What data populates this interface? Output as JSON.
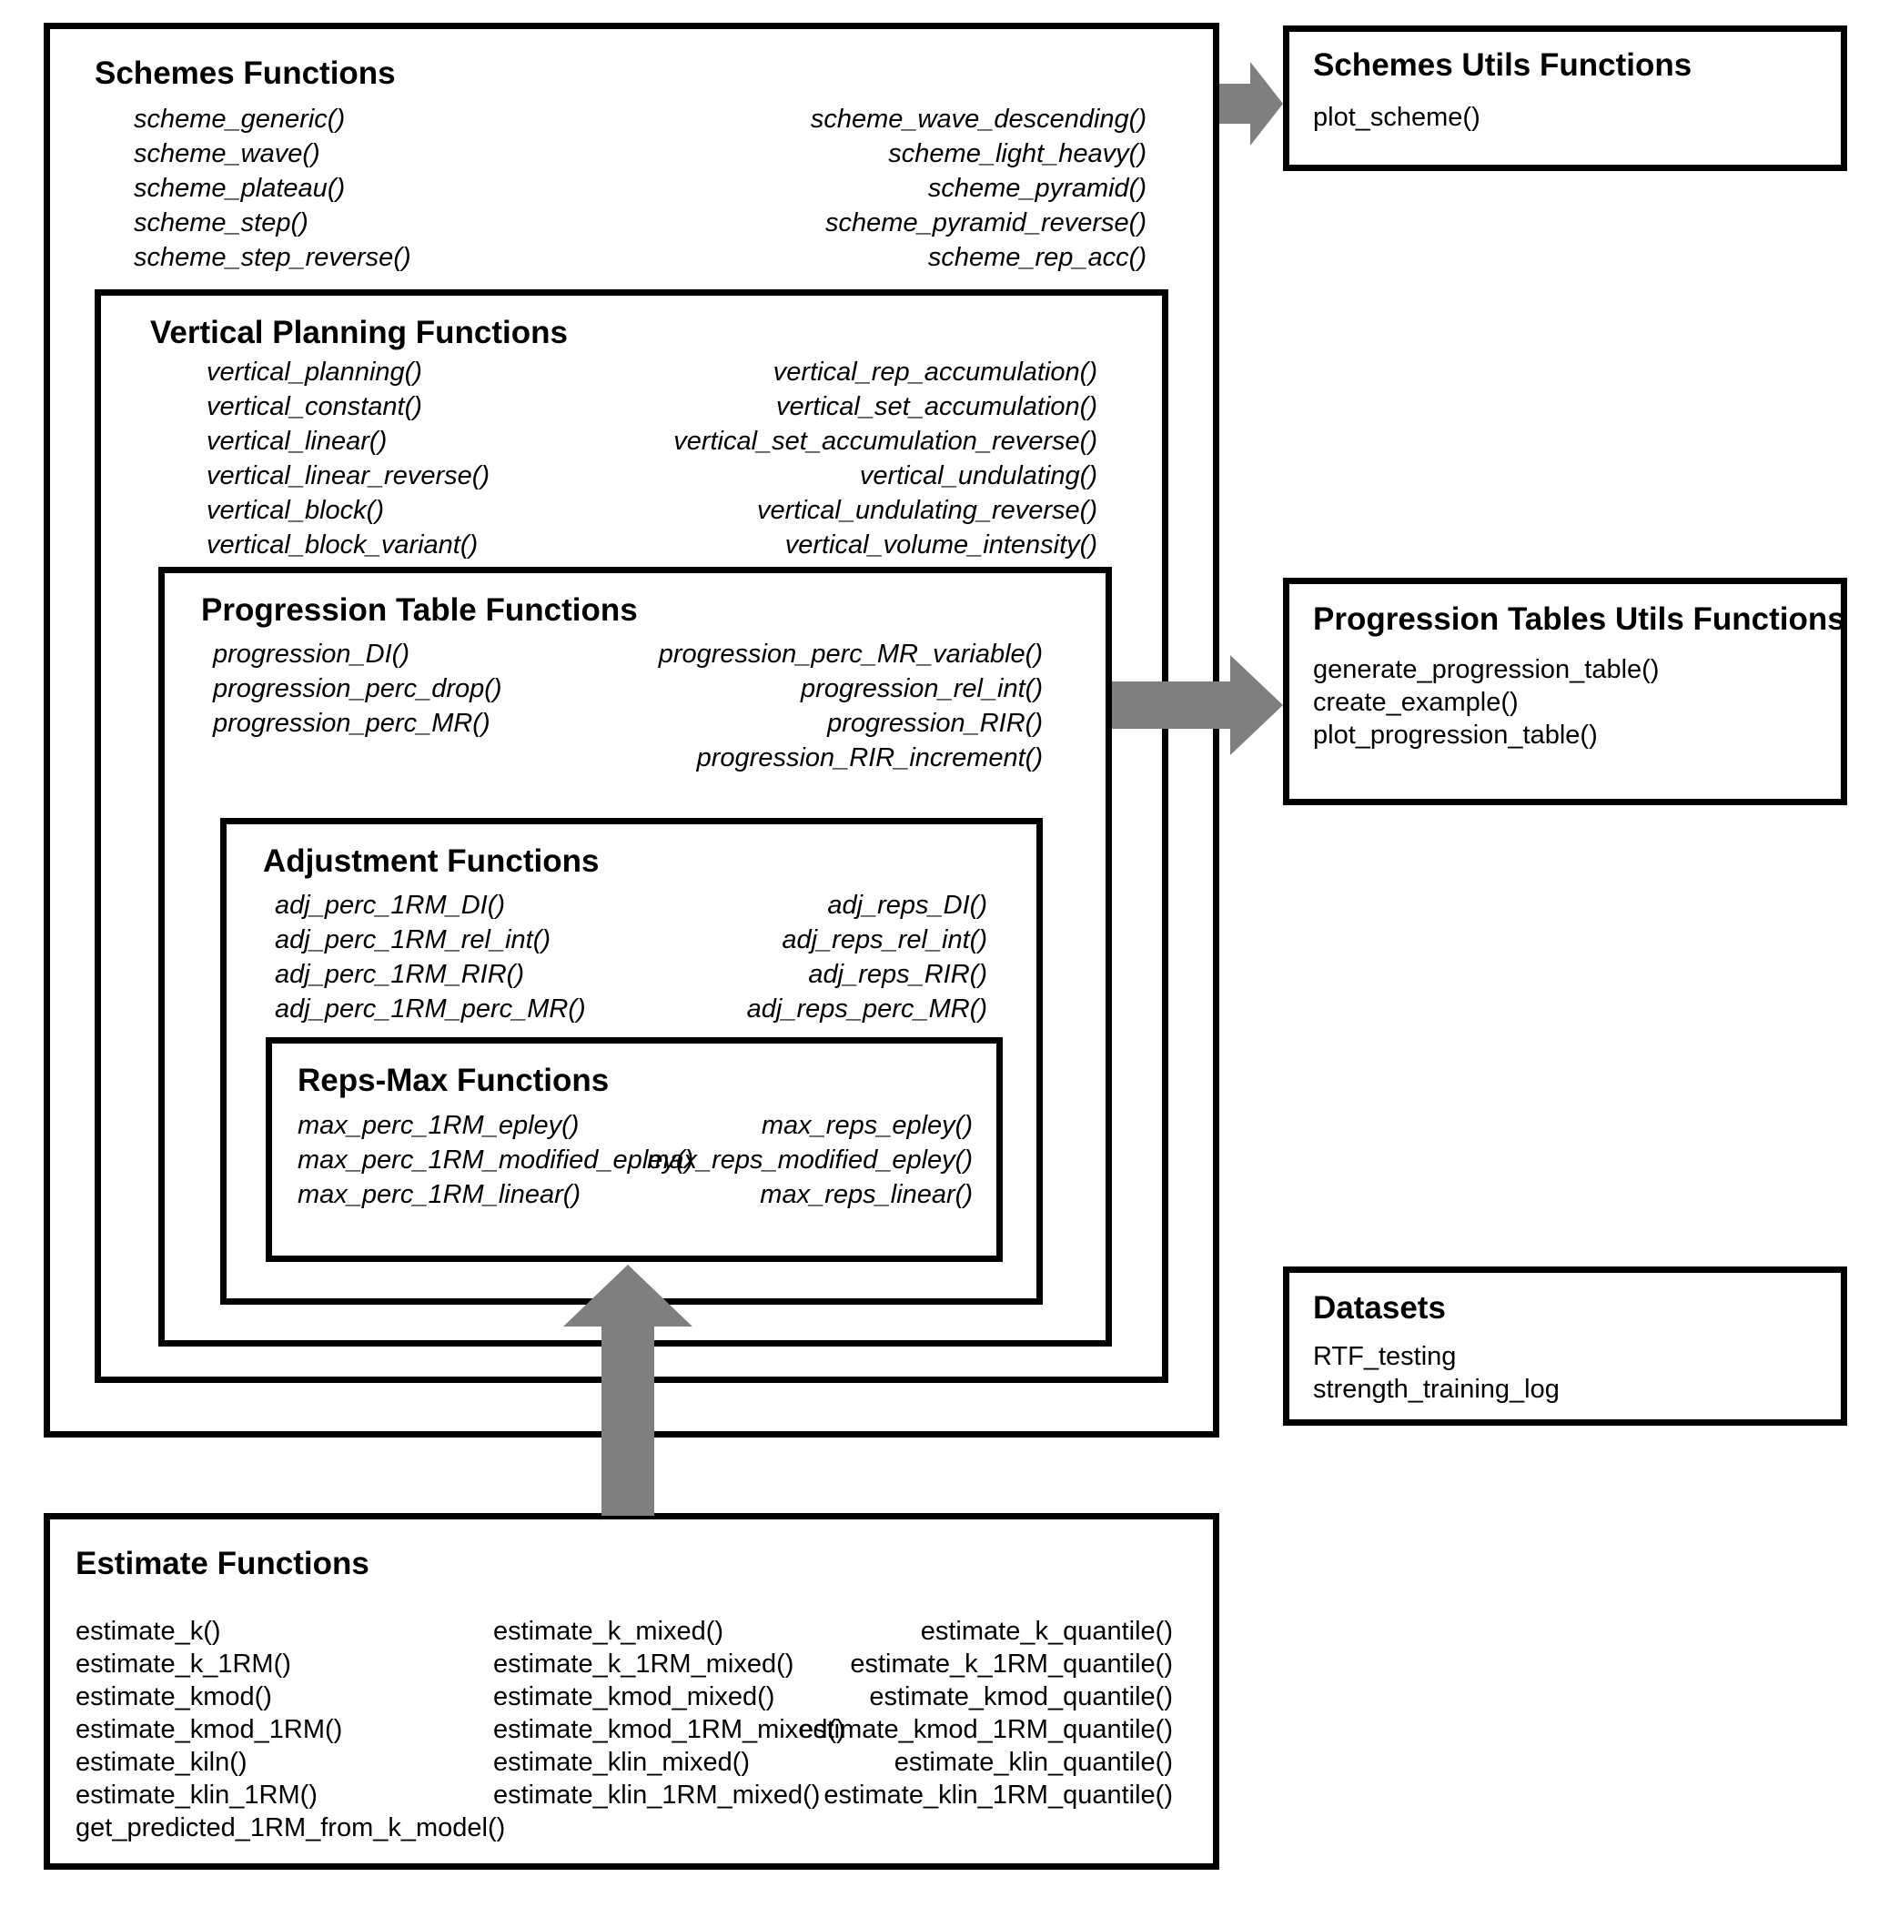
{
  "boxes": {
    "schemes": {
      "title": "Schemes Functions",
      "left": [
        "scheme_generic()",
        "scheme_wave()",
        "scheme_plateau()",
        "scheme_step()",
        "scheme_step_reverse()"
      ],
      "right": [
        "scheme_wave_descending()",
        "scheme_light_heavy()",
        "scheme_pyramid()",
        "scheme_pyramid_reverse()",
        "scheme_rep_acc()"
      ]
    },
    "vertical": {
      "title": "Vertical Planning Functions",
      "left": [
        "vertical_planning()",
        "vertical_constant()",
        "vertical_linear()",
        "vertical_linear_reverse()",
        "vertical_block()",
        "vertical_block_variant()"
      ],
      "right": [
        "vertical_rep_accumulation()",
        "vertical_set_accumulation()",
        "vertical_set_accumulation_reverse()",
        "vertical_undulating()",
        "vertical_undulating_reverse()",
        "vertical_volume_intensity()"
      ]
    },
    "progression": {
      "title": "Progression Table Functions",
      "left": [
        "progression_DI()",
        "progression_perc_drop()",
        "progression_perc_MR()"
      ],
      "right": [
        "progression_perc_MR_variable()",
        "progression_rel_int()",
        "progression_RIR()",
        "progression_RIR_increment()"
      ]
    },
    "adjustment": {
      "title": "Adjustment Functions",
      "left": [
        "adj_perc_1RM_DI()",
        "adj_perc_1RM_rel_int()",
        "adj_perc_1RM_RIR()",
        "adj_perc_1RM_perc_MR()"
      ],
      "right": [
        "adj_reps_DI()",
        "adj_reps_rel_int()",
        "adj_reps_RIR()",
        "adj_reps_perc_MR()"
      ]
    },
    "repsmax": {
      "title": "Reps-Max Functions",
      "left": [
        "max_perc_1RM_epley()",
        "max_perc_1RM_modified_epley()",
        "max_perc_1RM_linear()"
      ],
      "right": [
        "max_reps_epley()",
        "max_reps_modified_epley()",
        "max_reps_linear()"
      ]
    },
    "schemes_utils": {
      "title": "Schemes Utils Functions",
      "items": [
        "plot_scheme()"
      ]
    },
    "progression_utils": {
      "title": "Progression Tables Utils Functions",
      "items": [
        "generate_progression_table()",
        "create_example()",
        "plot_progression_table()"
      ]
    },
    "datasets": {
      "title": "Datasets",
      "items": [
        "RTF_testing",
        "strength_training_log"
      ]
    },
    "estimate": {
      "title": "Estimate Functions",
      "col1": [
        "estimate_k()",
        "estimate_k_1RM()",
        "estimate_kmod()",
        "estimate_kmod_1RM()",
        "estimate_kiln()",
        "estimate_klin_1RM()",
        "get_predicted_1RM_from_k_model()"
      ],
      "col2": [
        "estimate_k_mixed()",
        "estimate_k_1RM_mixed()",
        "estimate_kmod_mixed()",
        "estimate_kmod_1RM_mixed()",
        "estimate_klin_mixed()",
        "estimate_klin_1RM_mixed()"
      ],
      "col3": [
        "estimate_k_quantile()",
        "estimate_k_1RM_quantile()",
        "estimate_kmod_quantile()",
        "estimate_kmod_1RM_quantile()",
        "estimate_klin_quantile()",
        "estimate_klin_1RM_quantile()"
      ]
    }
  },
  "colors": {
    "arrow": "#7f7f7f",
    "border": "#000000",
    "background": "#ffffff"
  }
}
